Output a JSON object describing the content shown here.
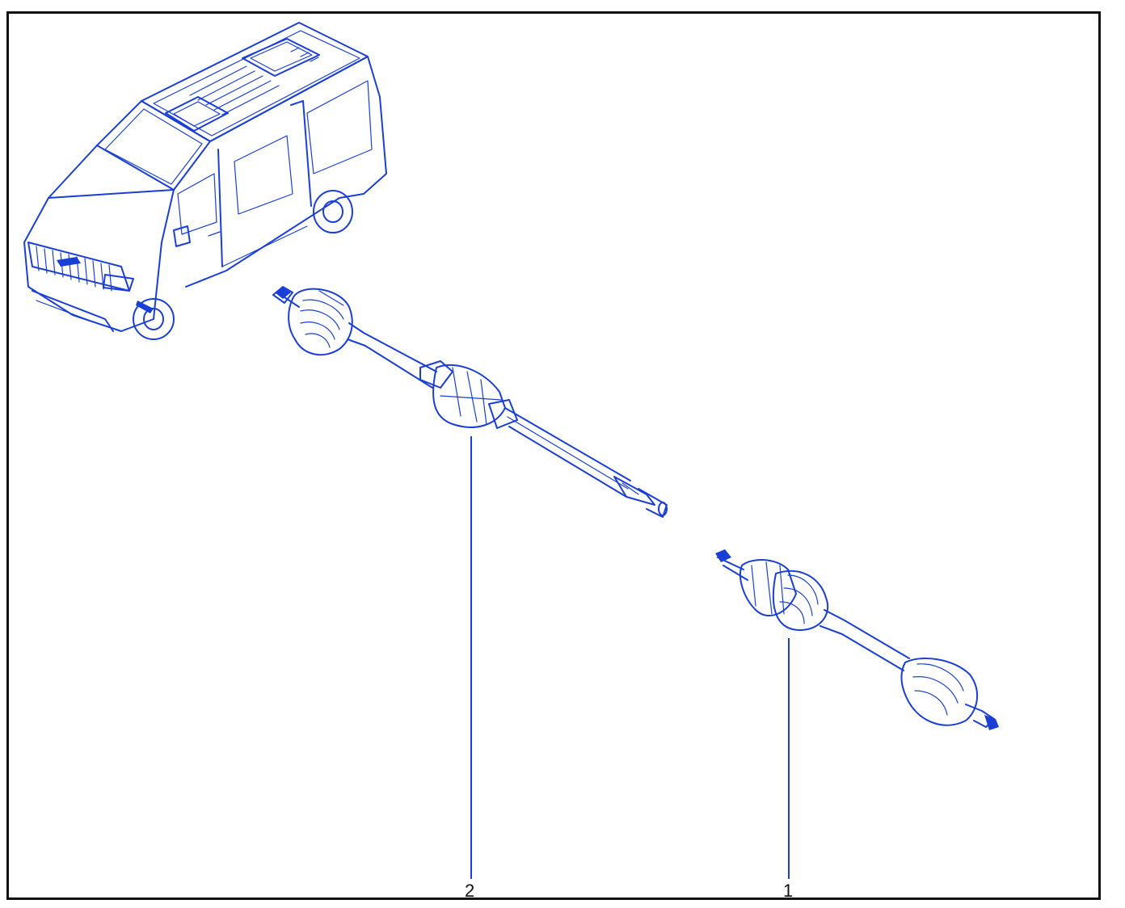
{
  "diagram": {
    "callouts": [
      {
        "id": "1",
        "label": "1"
      },
      {
        "id": "2",
        "label": "2"
      }
    ],
    "colors": {
      "line": "#1a3fd6",
      "frame": "#111111",
      "background": "#ffffff"
    },
    "parts": [
      {
        "icon": "van-icon"
      },
      {
        "icon": "drive-shaft-icon"
      },
      {
        "icon": "drive-shaft-icon"
      }
    ]
  }
}
